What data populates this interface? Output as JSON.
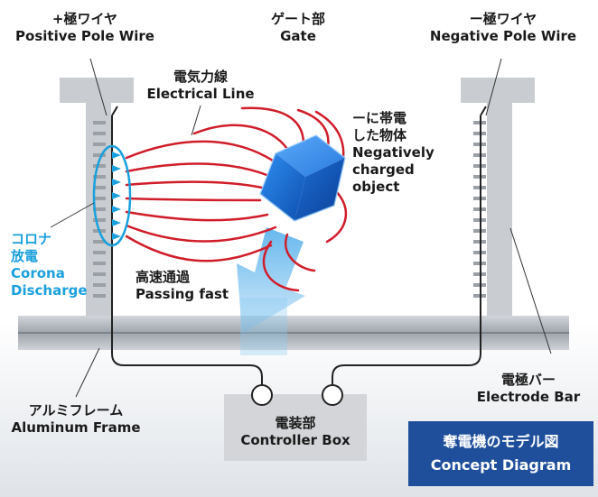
{
  "labels": {
    "positive_wire_jp": "+極ワイヤ",
    "positive_wire_en": "Positive Pole Wire",
    "gate_jp": "ゲート部",
    "gate_en": "Gate",
    "negative_wire_jp": "ー極ワイヤ",
    "negative_wire_en": "Negative Pole Wire",
    "electrical_line_jp": "電気力線",
    "electrical_line_en": "Electrical Line",
    "charged_object_jp_1": "ーに帯電",
    "charged_object_jp_2": "した物体",
    "charged_object_en_1": "Negatively",
    "charged_object_en_2": "charged",
    "charged_object_en_3": "object",
    "corona_jp_1": "コロナ",
    "corona_jp_2": "放電",
    "corona_en_1": "Corona",
    "corona_en_2": "Discharge",
    "passing_jp": "高速通過",
    "passing_en": "Passing fast",
    "frame_jp": "アルミフレーム",
    "frame_en": "Aluminum Frame",
    "controller_jp": "電装部",
    "controller_en": "Controller Box",
    "electrode_jp": "電極バー",
    "electrode_en": "Electrode Bar"
  },
  "title": {
    "jp": "奪電機のモデル図",
    "en": "Concept Diagram"
  },
  "colors": {
    "field_line": "#d01d2a",
    "corona": "#1aa0dc",
    "title_bg": "#1f4f9b",
    "object": "#1a73d9"
  }
}
